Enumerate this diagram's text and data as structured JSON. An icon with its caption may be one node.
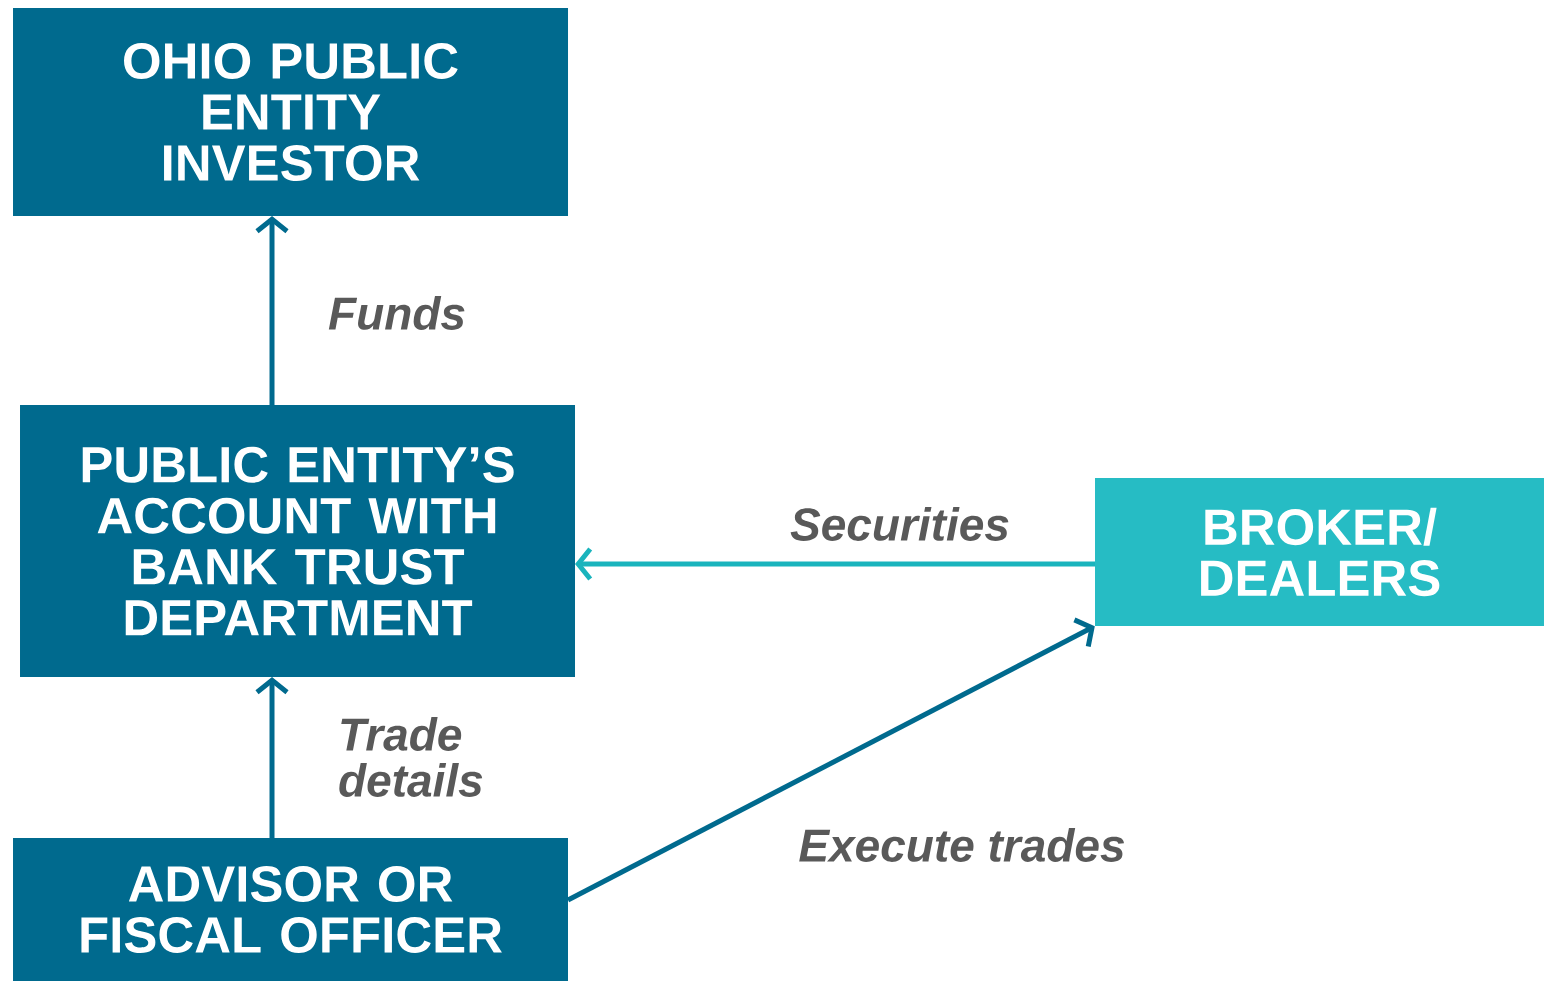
{
  "diagram": {
    "nodes": [
      {
        "text": [
          "OHIO PUBLIC ENTITY INVESTOR"
        ]
      },
      {
        "text": [
          "PUBLIC ENTITY’S ACCOUNT WITH BANK TRUST DEPARTMENT"
        ]
      },
      {
        "text": [
          "BROKER/ DEALERS"
        ]
      },
      {
        "text": [
          "ADVISOR OR FISCAL OFFICER"
        ]
      }
    ],
    "edges": [
      {
        "from": 1,
        "to": 0,
        "arrow": "to",
        "label": "Funds"
      },
      {
        "from": 2,
        "to": 1,
        "arrow": "to",
        "label": "Securities",
        "color": "#1ab4bd"
      },
      {
        "from": 3,
        "to": 1,
        "arrow": "to",
        "label": "Trade details"
      },
      {
        "from": 3,
        "to": 2,
        "arrow": "to",
        "label": "Execute trades"
      }
    ]
  }
}
